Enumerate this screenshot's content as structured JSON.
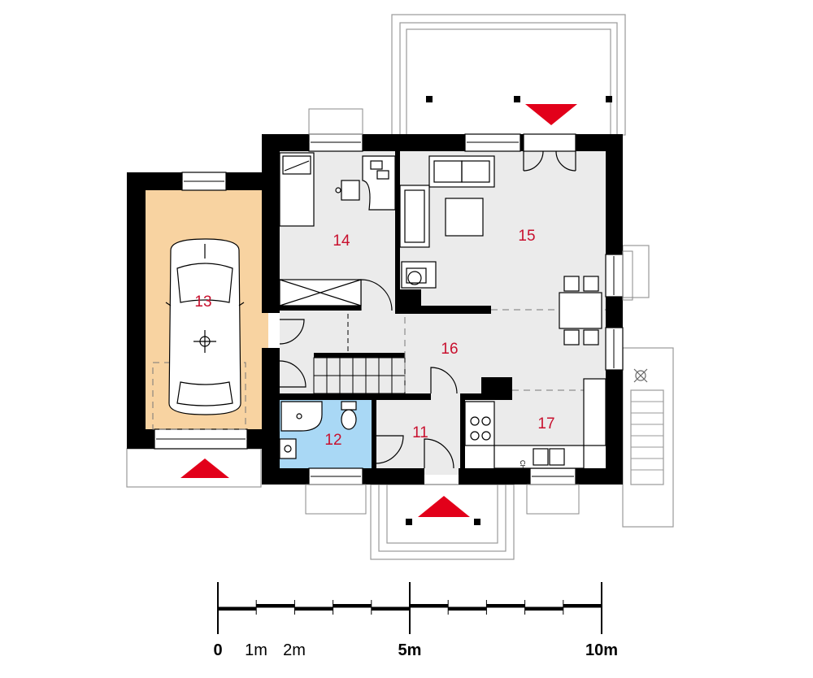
{
  "colors": {
    "wall": "#000000",
    "floor": "#ebebeb",
    "garage": "#f8d3a1",
    "bathroom": "#a9d8f5",
    "label": "#c8102e",
    "entry_arrow": "#e2001a",
    "outline": "#9a9a9a"
  },
  "rooms": [
    {
      "id": "11",
      "label": "11"
    },
    {
      "id": "12",
      "label": "12"
    },
    {
      "id": "13",
      "label": "13"
    },
    {
      "id": "14",
      "label": "14"
    },
    {
      "id": "15",
      "label": "15"
    },
    {
      "id": "16",
      "label": "16"
    },
    {
      "id": "17",
      "label": "17"
    }
  ],
  "fixtures": {
    "fridge_mark": "CHŁ"
  },
  "scale_bar": {
    "labels": {
      "zero": "0",
      "one": "1m",
      "two": "2m",
      "five": "5m",
      "ten": "10m"
    },
    "unit_m": 1,
    "total_m": 10
  },
  "icons": [
    "car-icon",
    "entry-arrow-icon",
    "sofa-icon",
    "bed-icon",
    "desk-chair-icon",
    "dining-set-icon",
    "stove-icon",
    "sink-icon",
    "toilet-icon",
    "shower-icon",
    "fireplace-icon",
    "staircase-icon"
  ]
}
